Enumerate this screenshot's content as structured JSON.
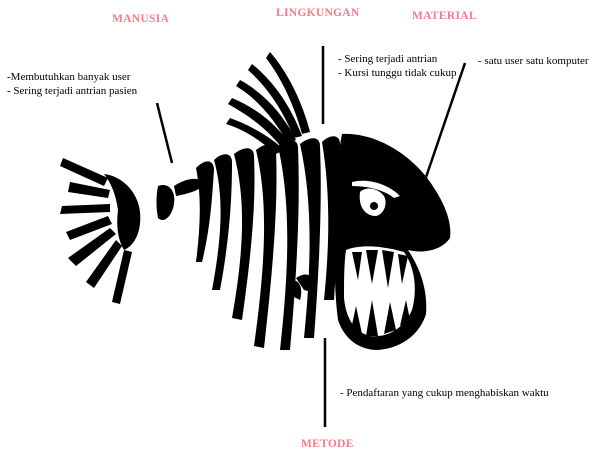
{
  "colors": {
    "category": "#f07c8c",
    "ink": "#000000",
    "background": "#ffffff"
  },
  "categories": {
    "manusia": "MANUSIA",
    "lingkungan": "LINGKUNGAN",
    "material": "MATERIAL",
    "metode": "METODE"
  },
  "causes": {
    "manusia": [
      "-Membutuhkan banyak user",
      "- Sering terjadi antrian pasien"
    ],
    "lingkungan": [
      "- Sering terjadi antrian",
      "- Kursi tunggu tidak cukup"
    ],
    "material": [
      "- satu user satu komputer"
    ],
    "metode": [
      "-  Pendaftaran yang cukup menghabiskan waktu"
    ]
  },
  "illustration": "fish-skeleton-icon"
}
